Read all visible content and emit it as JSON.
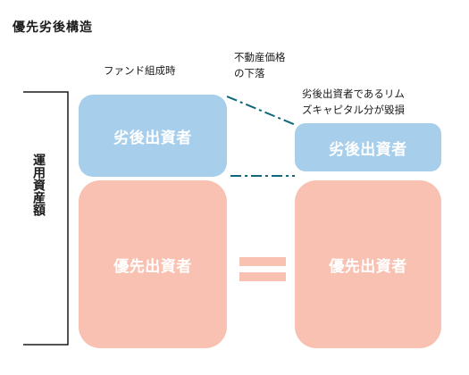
{
  "title": "優先劣後構造",
  "captions": {
    "left": "ファンド組成時",
    "middle_line1": "不動産価格",
    "middle_line2": "の下落",
    "right_line1": "劣後出資者であるリム",
    "right_line2": "ズキャピタル分が毀損"
  },
  "axis_label": "運用資産額",
  "boxes": {
    "left_subordinate": "劣後出資者",
    "left_senior": "優先出資者",
    "right_subordinate": "劣後出資者",
    "right_senior": "優先出資者"
  },
  "colors": {
    "subordinate": "#a7cfeb",
    "senior": "#f8c1b1",
    "dash_line": "#11677a",
    "text": "#1a1a1a"
  },
  "icons": {
    "equals": "equals-sign"
  }
}
